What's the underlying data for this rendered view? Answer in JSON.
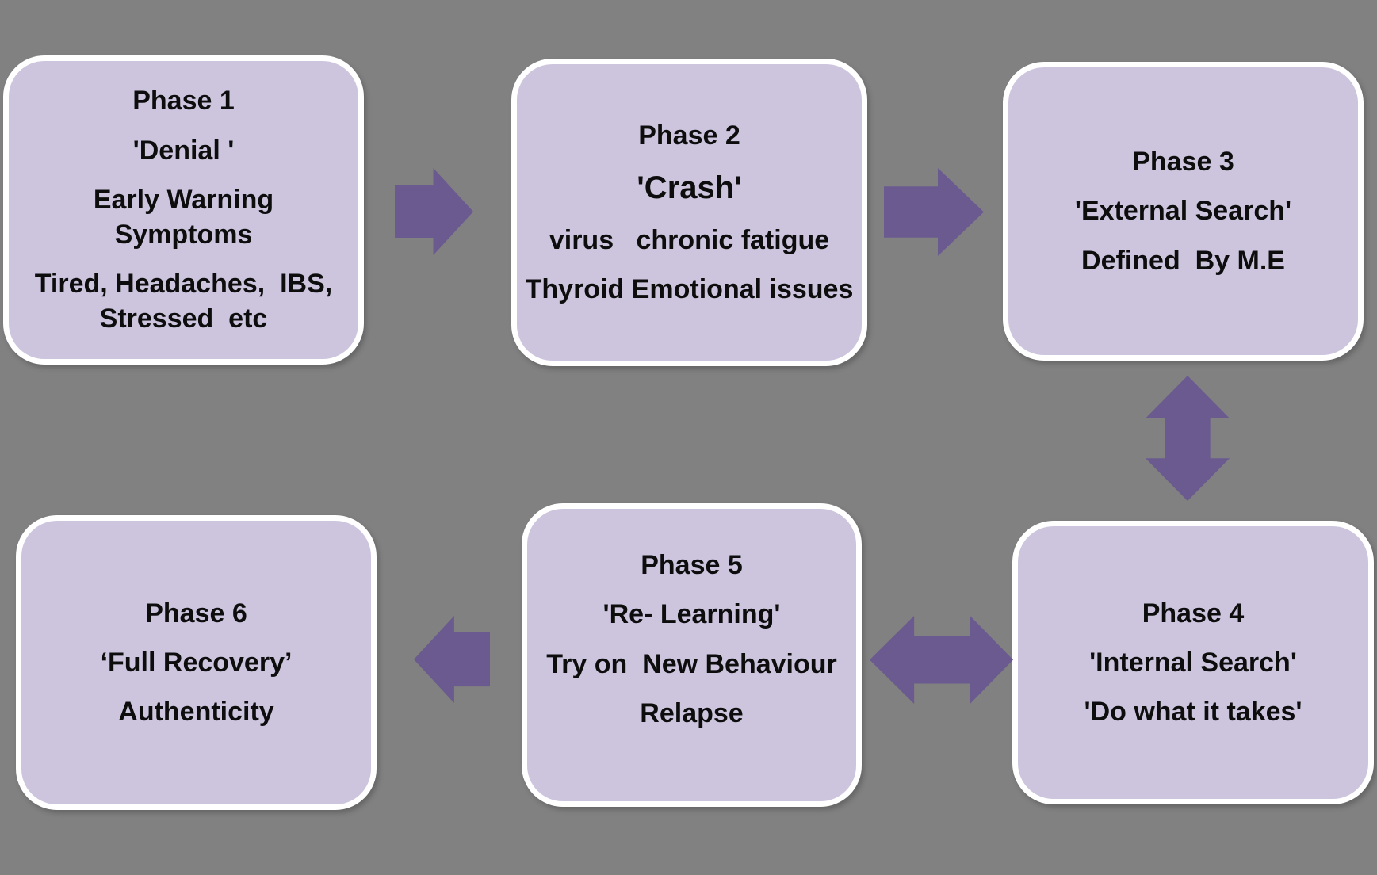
{
  "colors": {
    "background": "#818181",
    "box_fill": "#cdc5de",
    "box_border": "#ffffff",
    "arrow": "#6a5a8f",
    "text": "#0d0d0d"
  },
  "boxes": {
    "phase1": {
      "lines": [
        "Phase 1",
        "'Denial '",
        "Early Warning\nSymptoms",
        "Tired, Headaches,  IBS,\nStressed  etc"
      ]
    },
    "phase2": {
      "lines": [
        "Phase 2",
        "'Crash'",
        "virus   chronic fatigue",
        "Thyroid Emotional issues"
      ]
    },
    "phase3": {
      "lines": [
        "Phase 3",
        "'External Search'",
        "Defined  By M.E"
      ]
    },
    "phase4": {
      "lines": [
        "Phase 4",
        "'Internal Search'",
        "'Do what it takes'"
      ]
    },
    "phase5": {
      "lines": [
        "Phase 5",
        "'Re- Learning'",
        "Try on  New Behaviour",
        "Relapse"
      ]
    },
    "phase6": {
      "lines": [
        "Phase 6",
        "‘Full Recovery’",
        "Authenticity"
      ]
    }
  },
  "arrows": [
    {
      "name": "arrow-phase1-to-phase2",
      "direction": "right"
    },
    {
      "name": "arrow-phase2-to-phase3",
      "direction": "right"
    },
    {
      "name": "arrow-phase3-phase4",
      "direction": "vertical-double"
    },
    {
      "name": "arrow-phase4-phase5",
      "direction": "horizontal-double"
    },
    {
      "name": "arrow-phase5-to-phase6",
      "direction": "left"
    }
  ]
}
